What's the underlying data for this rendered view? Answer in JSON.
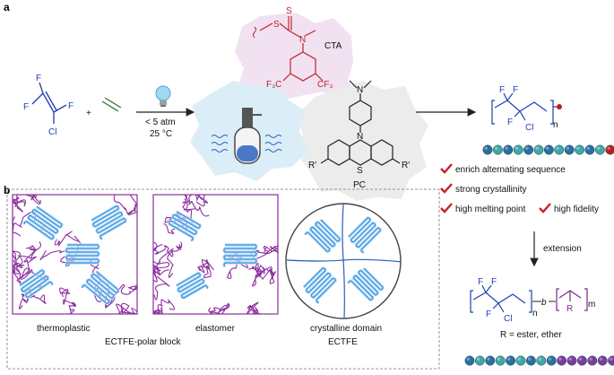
{
  "panel_a": {
    "label": "a",
    "monomer_atoms": [
      "F",
      "F",
      "F",
      "Cl"
    ],
    "plus": "+",
    "conditions": [
      "< 5 atm",
      "25 °C"
    ],
    "cta": {
      "name": "CTA",
      "atoms": [
        "S",
        "S",
        "N",
        "F₃C",
        "CF₃"
      ]
    },
    "pc": {
      "name": "PC",
      "atoms": [
        "N",
        "N",
        "S",
        "R′",
        "R′"
      ]
    },
    "product": {
      "atoms": [
        "F",
        "F",
        "F",
        "Cl"
      ],
      "subscript": "n"
    },
    "sequence_colors": [
      "#2a6f9e",
      "#3fa9a5",
      "#2a6f9e",
      "#3fa9a5",
      "#2a6f9e",
      "#3fa9a5",
      "#2a6f9e",
      "#3fa9a5",
      "#2a6f9e",
      "#3fa9a5",
      "#2a6f9e",
      "#3fa9a5",
      "#b5211f"
    ],
    "features": [
      "enrich alternating sequence",
      "strong crystallinity",
      "high melting point",
      "high fidelity"
    ],
    "extension_label": "extension",
    "block": {
      "atoms": [
        "F",
        "F",
        "F",
        "Cl",
        "R"
      ],
      "subscripts": [
        "n",
        "m"
      ],
      "b_label": "b",
      "note": "R = ester, ether"
    },
    "block_sequence_colors": [
      "#2a6f9e",
      "#3fa9a5",
      "#2a6f9e",
      "#3fa9a5",
      "#2a6f9e",
      "#3fa9a5",
      "#2a6f9e",
      "#3fa9a5",
      "#2a6f9e",
      "#7a3d9c",
      "#7a3d9c",
      "#7a3d9c",
      "#7a3d9c",
      "#7a3d9c",
      "#7a3d9c",
      "#7a3d9c"
    ]
  },
  "panel_b": {
    "label": "b",
    "captions": [
      "thermoplastic",
      "elastomer",
      "crystalline domain"
    ],
    "group_captions": [
      "ECTFE-polar block",
      "ECTFE"
    ],
    "colors": {
      "amorphous": "#8b2f9e",
      "crystal": "#3a8fd6"
    }
  }
}
